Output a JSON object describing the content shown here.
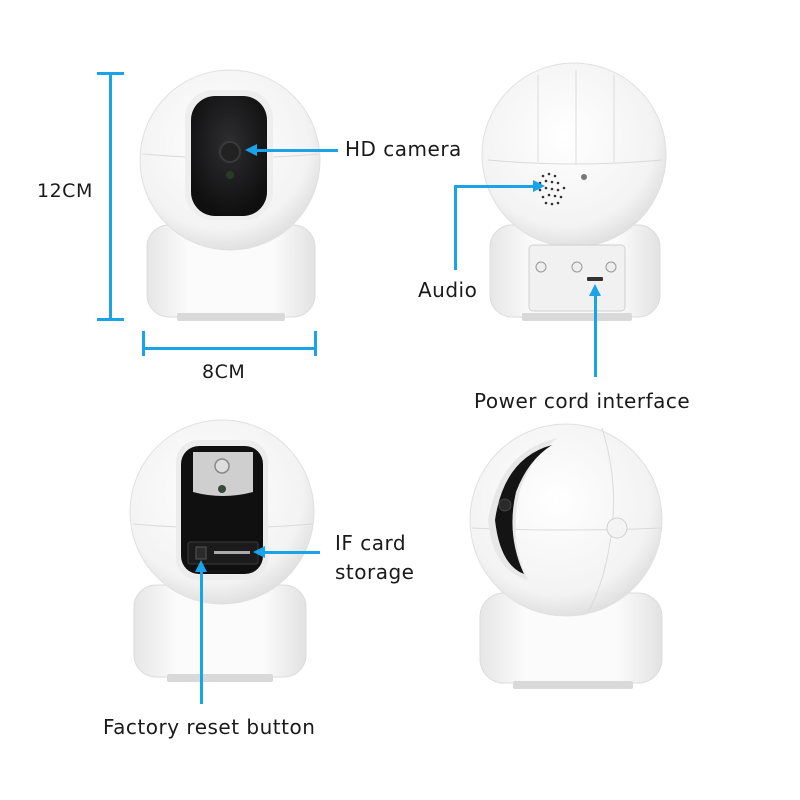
{
  "figure": {
    "background": "#ffffff",
    "accent_color": "#1aa3e8",
    "views": [
      {
        "id": "front",
        "position": "top-left",
        "dimensions": {
          "height_label": "12CM",
          "width_label": "8CM"
        },
        "callouts": [
          {
            "label": "HD camera"
          }
        ]
      },
      {
        "id": "back",
        "position": "top-right",
        "callouts": [
          {
            "label": "Audio"
          },
          {
            "label": "Power cord interface"
          }
        ]
      },
      {
        "id": "front-lens-up",
        "position": "bottom-left",
        "callouts": [
          {
            "label": "IF card storage",
            "lines": [
              "IF card",
              "storage"
            ]
          },
          {
            "label": "Factory reset button"
          }
        ]
      },
      {
        "id": "side",
        "position": "bottom-right",
        "callouts": []
      }
    ]
  },
  "labels": {
    "height": "12CM",
    "width": "8CM",
    "hd_camera": "HD camera",
    "audio": "Audio",
    "power_cord": "Power cord interface",
    "if_card_line1": "IF card",
    "if_card_line2": "storage",
    "factory_reset": "Factory reset button"
  }
}
